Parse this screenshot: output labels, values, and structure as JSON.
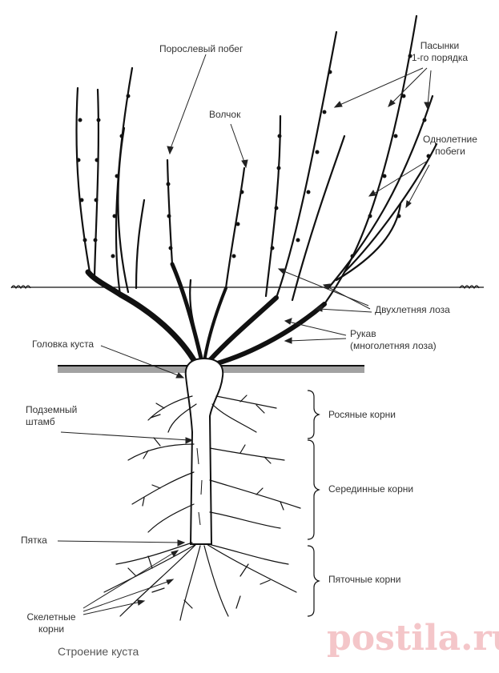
{
  "labels": {
    "shoot_sprout": "Порослевый побег",
    "stepsons_1": "Пасынки",
    "stepsons_2": "1-го порядка",
    "wolf": "Волчок",
    "annual_1": "Однолетние",
    "annual_2": "побеги",
    "biennial": "Двухлетняя лоза",
    "sleeve_1": "Рукав",
    "sleeve_2": "(многолетняя лоза)",
    "head": "Головка куста",
    "underground_1": "Подземный",
    "underground_2": "штамб",
    "dew_roots": "Росяные корни",
    "middle_roots": "Серединные корни",
    "heel": "Пятка",
    "heel_roots": "Пяточные корни",
    "skeletal_1": "Скелетные",
    "skeletal_2": "корни"
  },
  "caption": "Строение куста",
  "watermark": "postila.ru",
  "colors": {
    "ink": "#111111",
    "label": "#333333",
    "watermark": "#f4c6c9"
  }
}
